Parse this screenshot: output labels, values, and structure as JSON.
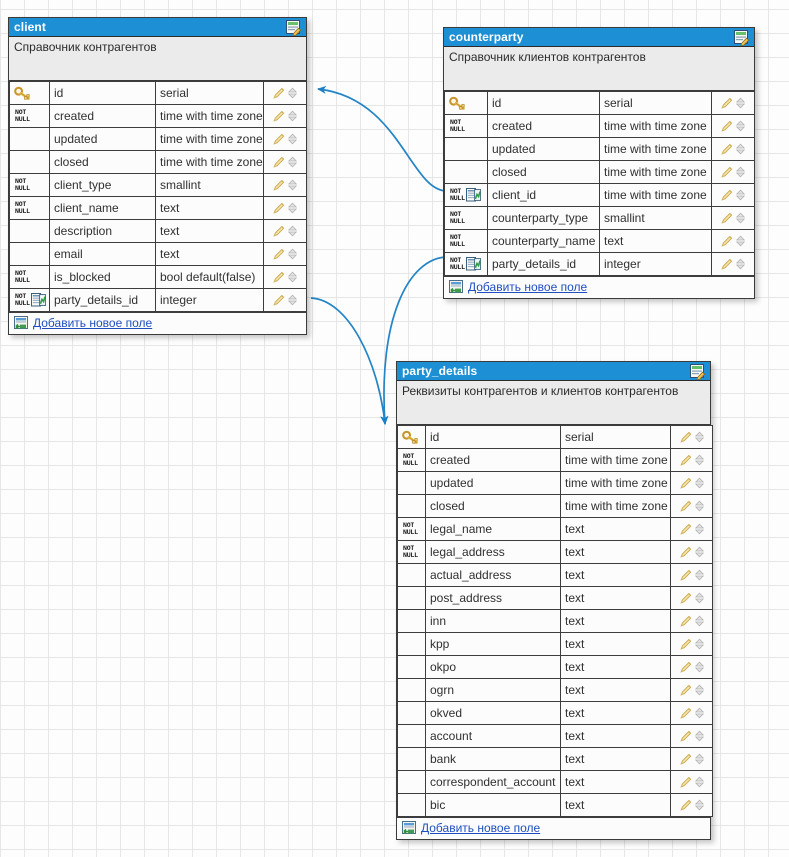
{
  "diagram": {
    "type": "er-diagram",
    "background": "grid",
    "grid_color": "#e6e6e6",
    "accent_color": "#1d8fd4",
    "relation_color": "#2484c6",
    "link_color": "#1f4fbf"
  },
  "icons": {
    "title_edit": "form-edit-icon",
    "primary_key": "key-icon",
    "foreign_key": "foreign-key-icon",
    "edit_field": "pencil-icon",
    "reorder_field": "updown-spinner-icon",
    "add_field": "add-field-icon"
  },
  "labels": {
    "not_null": "NOT\nNULL",
    "add_field": "Добавить новое поле"
  },
  "entities": [
    {
      "id": "client",
      "name": "client",
      "description": "Справочник контрагентов",
      "columns": [
        {
          "flag": "pk",
          "name": "id",
          "type": "serial"
        },
        {
          "flag": "notnull",
          "name": "created",
          "type": "time with time zone"
        },
        {
          "flag": "",
          "name": "updated",
          "type": "time with time zone"
        },
        {
          "flag": "",
          "name": "closed",
          "type": "time with time zone"
        },
        {
          "flag": "notnull",
          "name": "client_type",
          "type": "smallint"
        },
        {
          "flag": "notnull",
          "name": "client_name",
          "type": "text"
        },
        {
          "flag": "",
          "name": "description",
          "type": "text"
        },
        {
          "flag": "",
          "name": "email",
          "type": "text"
        },
        {
          "flag": "notnull",
          "name": "is_blocked",
          "type": "bool default(false)"
        },
        {
          "flag": "notnull-fk",
          "name": "party_details_id",
          "type": "integer"
        }
      ]
    },
    {
      "id": "counterparty",
      "name": "counterparty",
      "description": "Справочник клиентов контрагентов",
      "columns": [
        {
          "flag": "pk",
          "name": "id",
          "type": "serial"
        },
        {
          "flag": "notnull",
          "name": "created",
          "type": "time with time zone"
        },
        {
          "flag": "",
          "name": "updated",
          "type": "time with time zone"
        },
        {
          "flag": "",
          "name": "closed",
          "type": "time with time zone"
        },
        {
          "flag": "notnull-fk",
          "name": "client_id",
          "type": "time with time zone"
        },
        {
          "flag": "notnull",
          "name": "counterparty_type",
          "type": "smallint"
        },
        {
          "flag": "notnull",
          "name": "counterparty_name",
          "type": "text"
        },
        {
          "flag": "notnull-fk",
          "name": "party_details_id",
          "type": "integer"
        }
      ]
    },
    {
      "id": "party_details",
      "name": "party_details",
      "description": "Реквизиты контрагентов и клиентов контрагентов",
      "columns": [
        {
          "flag": "pk",
          "name": "id",
          "type": "serial"
        },
        {
          "flag": "notnull",
          "name": "created",
          "type": "time with time zone"
        },
        {
          "flag": "",
          "name": "updated",
          "type": "time with time zone"
        },
        {
          "flag": "",
          "name": "closed",
          "type": "time with time zone"
        },
        {
          "flag": "notnull",
          "name": "legal_name",
          "type": "text"
        },
        {
          "flag": "notnull",
          "name": "legal_address",
          "type": "text"
        },
        {
          "flag": "",
          "name": "actual_address",
          "type": "text"
        },
        {
          "flag": "",
          "name": "post_address",
          "type": "text"
        },
        {
          "flag": "",
          "name": "inn",
          "type": "text"
        },
        {
          "flag": "",
          "name": "kpp",
          "type": "text"
        },
        {
          "flag": "",
          "name": "okpo",
          "type": "text"
        },
        {
          "flag": "",
          "name": "ogrn",
          "type": "text"
        },
        {
          "flag": "",
          "name": "okved",
          "type": "text"
        },
        {
          "flag": "",
          "name": "account",
          "type": "text"
        },
        {
          "flag": "",
          "name": "bank",
          "type": "text"
        },
        {
          "flag": "",
          "name": "correspondent_account",
          "type": "text"
        },
        {
          "flag": "",
          "name": "bic",
          "type": "text"
        }
      ]
    }
  ],
  "relations": [
    {
      "id": "rel-counterparty-client",
      "from": "counterparty.client_id",
      "to": "client.id"
    },
    {
      "id": "rel-client-partydetails",
      "from": "client.party_details_id",
      "to": "party_details.id"
    },
    {
      "id": "rel-counterparty-partydetails",
      "from": "counterparty.party_details_id",
      "to": "party_details.id"
    }
  ]
}
